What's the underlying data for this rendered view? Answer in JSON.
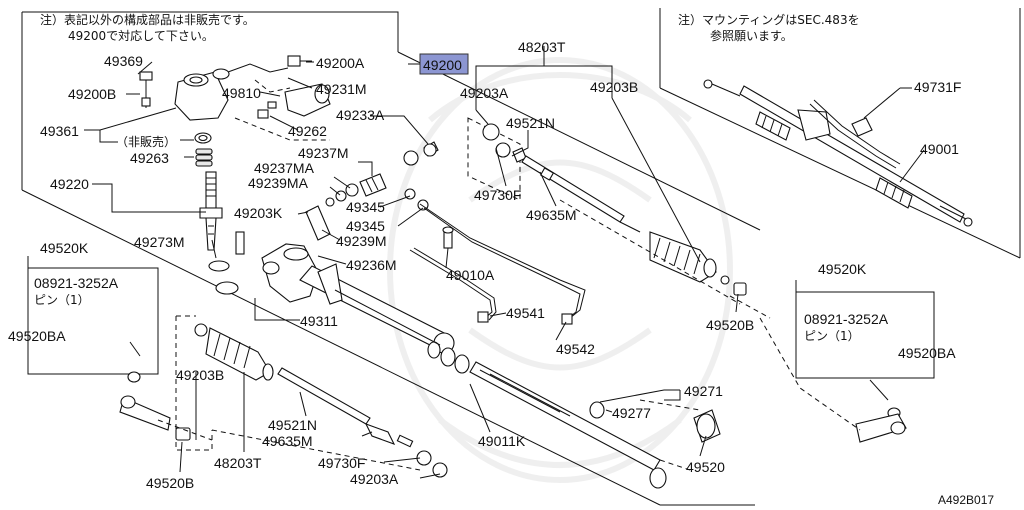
{
  "notes": {
    "left_line1": "注）表記以外の構成部品は非販売です。",
    "left_line2": "49200で対応して下さい。",
    "right_line1": "注）マウンティングはSEC.483を",
    "right_line2": "参照願います。"
  },
  "highlight": {
    "label": "49200",
    "color": "#8c96d2"
  },
  "doc_ref": "A492B017",
  "labels": {
    "p49369": "49369",
    "p49200B": "49200B",
    "p49200A": "49200A",
    "p49231M": "49231M",
    "p49810": "49810",
    "p49361": "49361",
    "hihanbai": "（非販売）",
    "p49263": "49263",
    "p49262": "49262",
    "p49233A": "49233A",
    "p49237M": "49237M",
    "p49237MA": "49237MA",
    "p49239MA": "49239MA",
    "p49220": "49220",
    "p49345a": "49345",
    "p49345b": "49345",
    "p49203K": "49203K",
    "p49239M": "49239M",
    "p49273M": "49273M",
    "p49236M": "49236M",
    "p49010A": "49010A",
    "p49520K_left": "49520K",
    "p08921_left": "08921-3252A",
    "pin_left": "ピン（1）",
    "p49520BA_left": "49520BA",
    "p49311": "49311",
    "p49541": "49541",
    "p49542": "49542",
    "p48203T_top": "48203T",
    "p49203A_top": "49203A",
    "p49203B_top": "49203B",
    "p49521N_top": "49521N",
    "p49730F_top": "49730F",
    "p49635M_top": "49635M",
    "p49520B_mid": "49520B",
    "p49203B_bot": "49203B",
    "p49521N_bot": "49521N",
    "p49635M_bot": "49635M",
    "p48203T_bot": "48203T",
    "p49730F_bot": "49730F",
    "p49203A_bot": "49203A",
    "p49520B_bot": "49520B",
    "p49011K": "49011K",
    "p49271": "49271",
    "p49277": "49277",
    "p49520": "49520",
    "p49731F": "49731F",
    "p49001": "49001",
    "p49520K_right": "49520K",
    "p08921_right": "08921-3252A",
    "pin_right": "ピン（1）",
    "p49520BA_right": "49520BA"
  }
}
